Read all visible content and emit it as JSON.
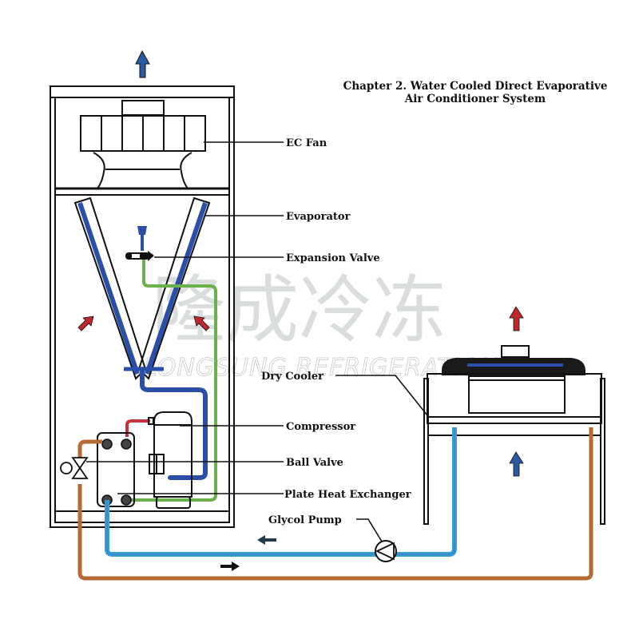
{
  "title": {
    "line1": "Chapter 2. Water Cooled Direct Evaporative",
    "line2": "Air Conditioner System"
  },
  "labels": {
    "ec_fan": "EC Fan",
    "evaporator": "Evaporator",
    "expansion_valve": "Expansion Valve",
    "dry_cooler": "Dry Cooler",
    "compressor": "Compressor",
    "ball_valve": "Ball Valve",
    "plate_heat_exchanger": "Plate Heat Exchanger",
    "glycol_pump": "Glycol Pump"
  },
  "watermark": {
    "chinese": "隆成冷冻",
    "english": "LONGSUNG REFRIGERATION"
  },
  "colors": {
    "refrigerant_suction": "#2b4fa8",
    "refrigerant_liquid": "#6ab04c",
    "refrigerant_discharge": "#c8333b",
    "glycol_supply": "#3a9bd5",
    "glycol_return": "#b86a35",
    "hot_air_arrow": "#c0272d",
    "cool_air_arrow": "#2c5aa0"
  },
  "flow_arrows": {
    "glycol_supply_direction": "left",
    "glycol_return_direction": "right"
  }
}
